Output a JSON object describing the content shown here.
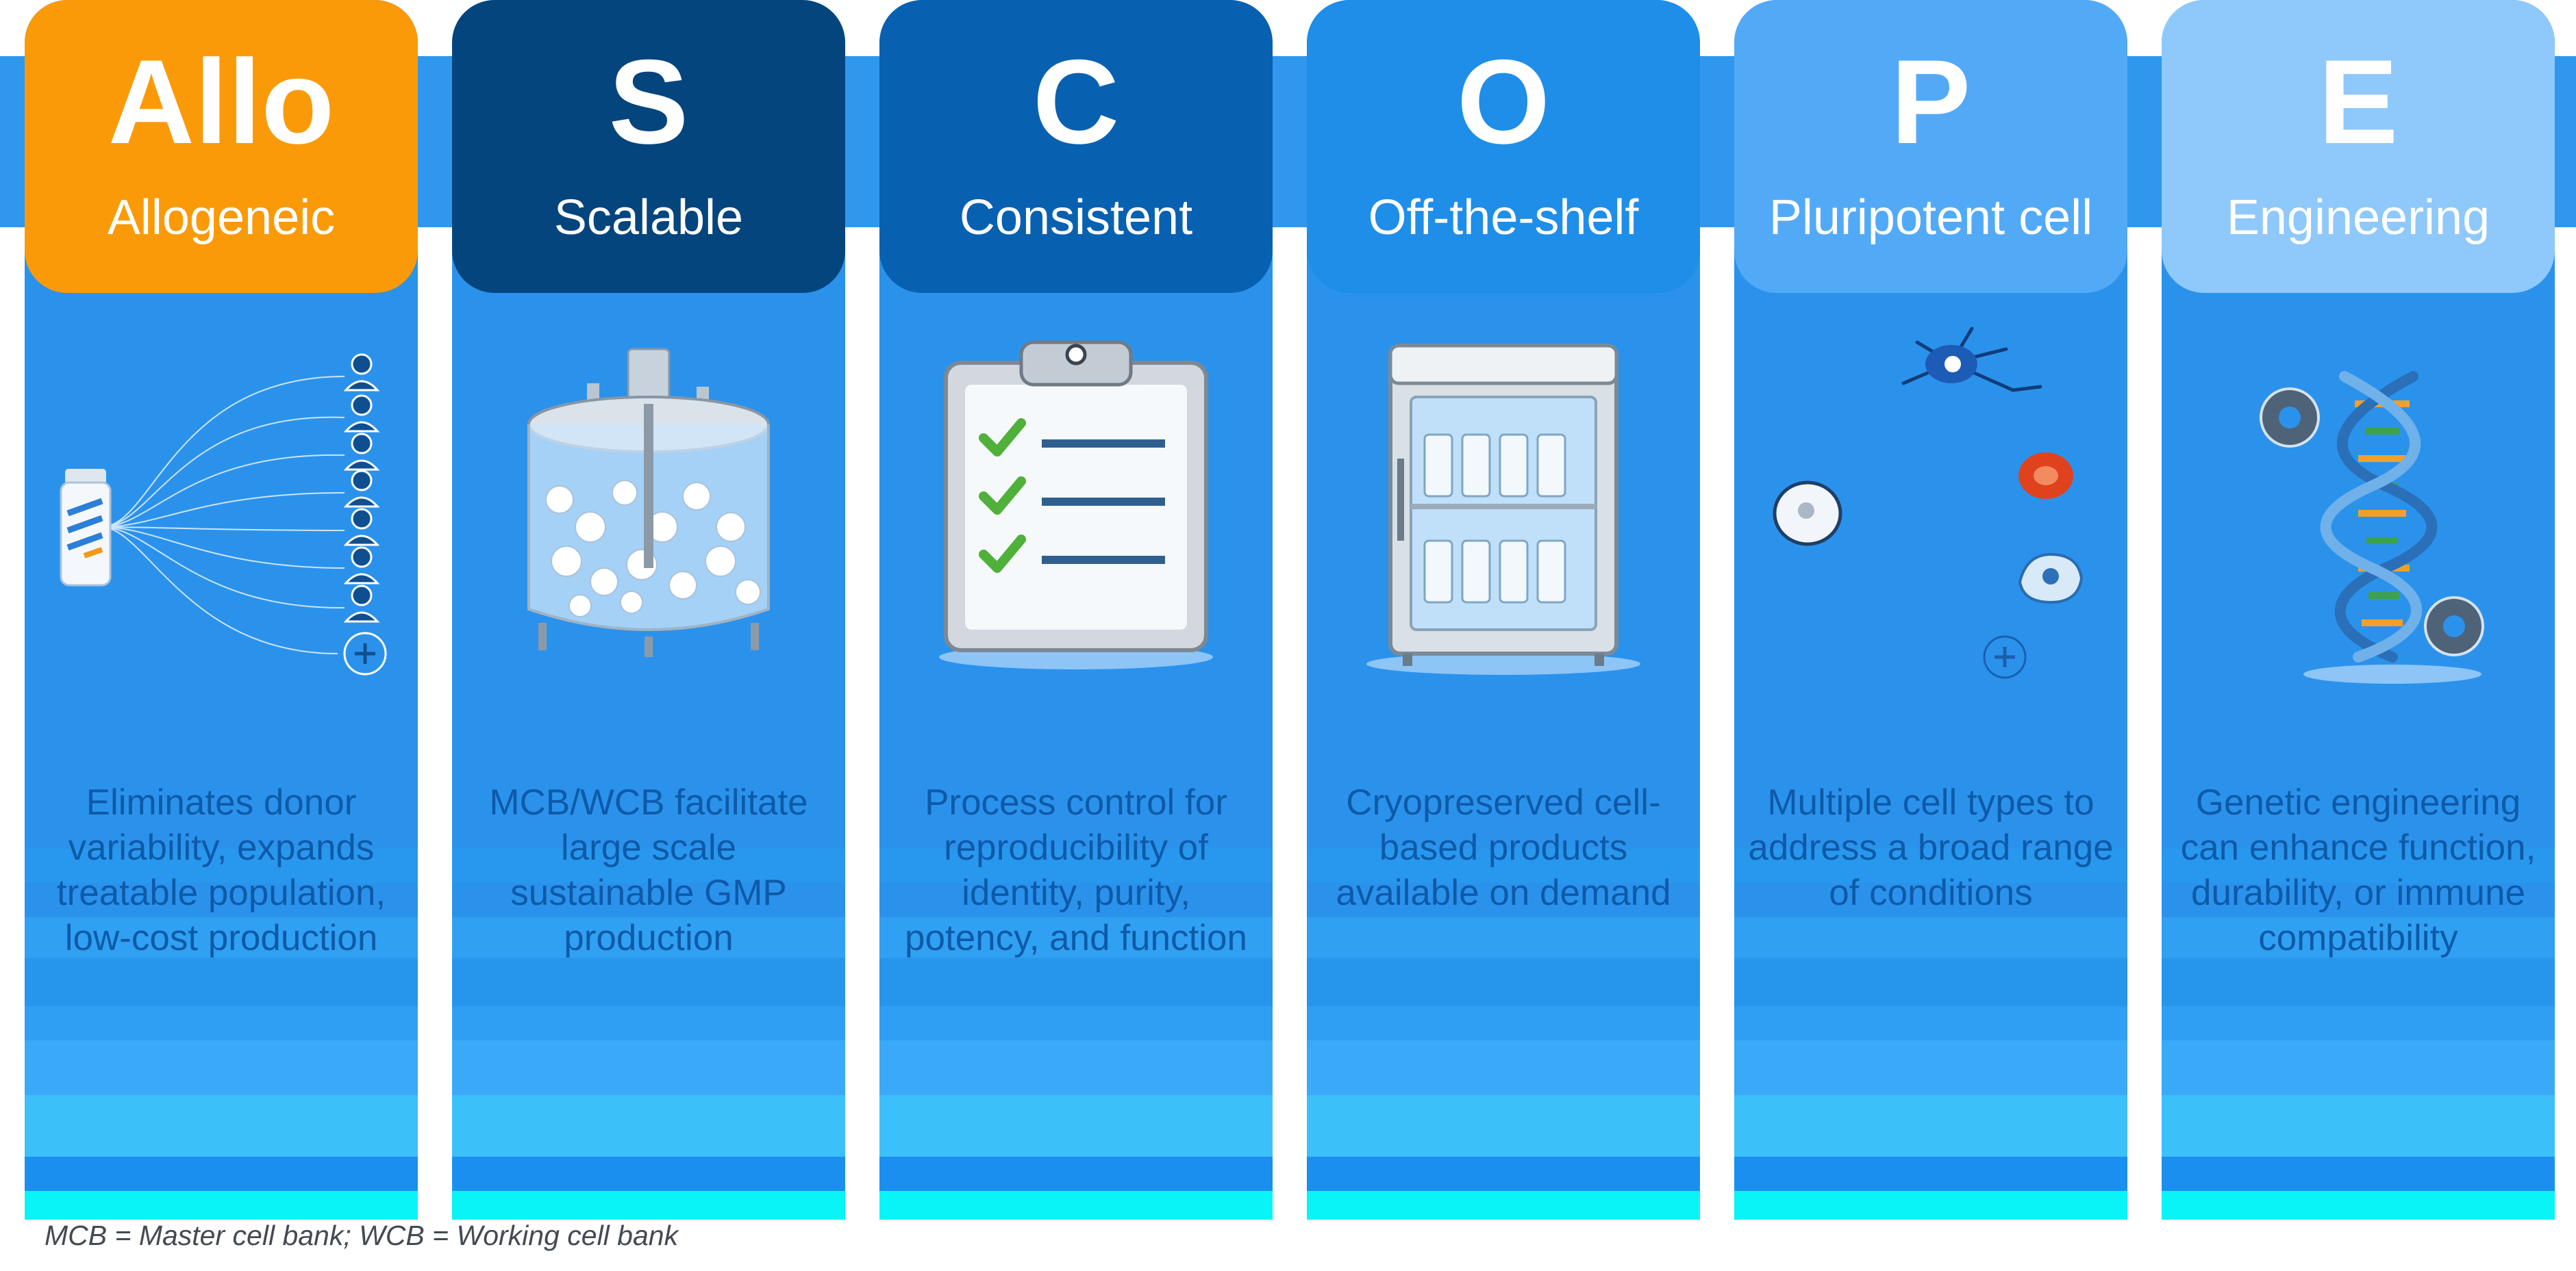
{
  "header_colors": [
    "#fb9a08",
    "#05457e",
    "#0761b0",
    "#1e8ee8",
    "#52aaf7",
    "#8fc8fb"
  ],
  "columns": [
    {
      "letter": "Allo",
      "word": "Allogeneic",
      "icon": "vial-to-patients-icon",
      "description": "Eliminates donor variability, expands treatable population, low-cost production"
    },
    {
      "letter": "S",
      "word": "Scalable",
      "icon": "bioreactor-icon",
      "description": "MCB/WCB facilitate large scale sustainable GMP production"
    },
    {
      "letter": "C",
      "word": "Consistent",
      "icon": "clipboard-checklist-icon",
      "description": "Process control for reproducibility of identity, purity, potency, and function"
    },
    {
      "letter": "O",
      "word": "Off-the-shelf",
      "icon": "freezer-vials-icon",
      "description": "Cryopreserved cell-based products available on demand"
    },
    {
      "letter": "P",
      "word": "Pluripotent cell",
      "icon": "cell-types-icon",
      "description": "Multiple cell types to address a broad range of conditions"
    },
    {
      "letter": "E",
      "word": "Engineering",
      "icon": "dna-gears-icon",
      "description": "Genetic engineering can enhance function, durability, or immune compatibility"
    }
  ],
  "footnote": "MCB = Master cell bank; WCB = Working cell bank"
}
